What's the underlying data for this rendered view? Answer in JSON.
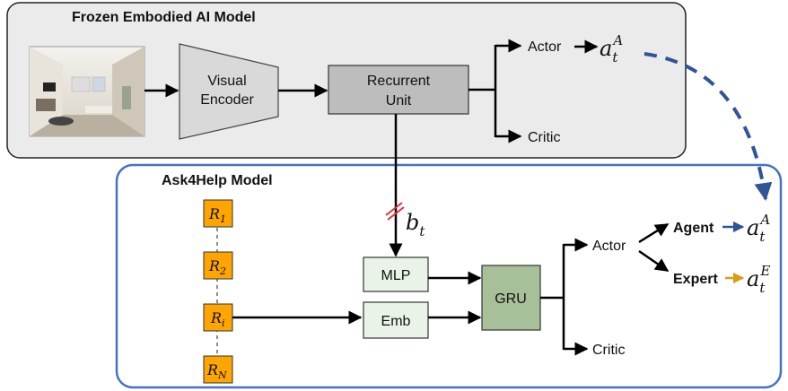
{
  "frozen_panel": {
    "title": "Frozen Embodied AI Model",
    "visual_encoder": [
      "Visual",
      "Encoder"
    ],
    "recurrent_unit": [
      "Recurrent",
      "Unit"
    ],
    "actor": "Actor",
    "critic": "Critic",
    "action_symbol": "a",
    "action_sub": "t",
    "action_sup": "A"
  },
  "ask4help_panel": {
    "title": "Ask4Help Model",
    "title_color": "#4472C4",
    "reward_tokens": [
      {
        "base": "R",
        "sub": "1"
      },
      {
        "base": "R",
        "sub": "2"
      },
      {
        "base": "R",
        "sub": "i"
      },
      {
        "base": "R",
        "sub": "N"
      }
    ],
    "belief_symbol": "b",
    "belief_sub": "t",
    "mlp": "MLP",
    "emb": "Emb",
    "gru": "GRU",
    "actor": "Actor",
    "critic": "Critic",
    "agent_label": "Agent",
    "agent_color": "#2F5597",
    "agent_sup": "A",
    "expert_label": "Expert",
    "expert_color": "#D4A017",
    "expert_sup": "E",
    "action_symbol": "a",
    "action_sub": "t"
  },
  "colors": {
    "frozen_bg": "#EBEBEB",
    "ask4help_border": "#4472C4",
    "reward_fill": "#FFA500",
    "small_box_fill": "#EAF3E8",
    "gru_fill": "#A8C09A",
    "recurrent_fill": "#BDBDBD",
    "encoder_fill": "#D9D9D9",
    "dashed_arrow": "#2F5597",
    "slash": "#E0303A"
  }
}
